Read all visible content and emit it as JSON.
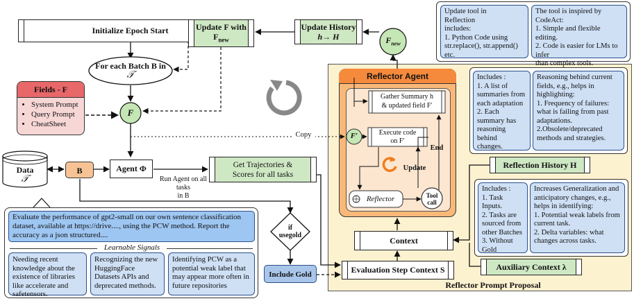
{
  "init_epoch": "Initialize Epoch Start",
  "for_each": {
    "line1": "For each Batch B in",
    "symbol": "𝒯"
  },
  "update_f": {
    "line1": "Update F with",
    "line2": "F",
    "sub": "new"
  },
  "update_history": {
    "line1": "Update History",
    "line2": "h→ H"
  },
  "f_new_node": {
    "main": "F",
    "sub": "new"
  },
  "fields": {
    "title": "Fields - F",
    "items": [
      "System Prompt",
      "Query Prompt",
      "CheatSheet"
    ]
  },
  "f_node": "F",
  "data_node": {
    "title": "Data",
    "symbol": "𝒯"
  },
  "b_node": "B",
  "agent": "Agent Φ",
  "run_agent": [
    "Run Agent on all",
    "tasks",
    "in B"
  ],
  "get_traj": [
    "Get Trajectories &",
    "Scores for all tasks"
  ],
  "copy_label": "Copy",
  "if_usegold": [
    "if",
    "usegold"
  ],
  "include_gold": "Include Gold",
  "eval_step": "Evaluation Step Context S",
  "context": "Context",
  "reflector_prompt_proposal": "Reflector Prompt Proposal",
  "reflector_agent": {
    "title": "Reflector Agent",
    "gather": [
      "Gather Summary h",
      "& updated field F′"
    ],
    "f_prime": "F′",
    "execute": [
      "Execute code",
      "on F′"
    ],
    "update": "Update",
    "end": "End",
    "reflector": "Reflector",
    "tool_call": [
      "Tool",
      "call"
    ]
  },
  "tool_panel": {
    "left": [
      "Update tool in",
      "Reflection",
      "includes:",
      "1. Python Code using",
      "str.replace(), str.append()",
      "etc."
    ],
    "right": [
      "The tool is inspired by",
      "CodeAct:",
      "1. Simple and flexible editing.",
      "2. Code is easier for LMs to",
      "infer",
      "than complex tools."
    ]
  },
  "history_panel": {
    "left": [
      "Includes :",
      "1. A list of",
      "summaries from",
      "each adaptation",
      "2. Each",
      "summary has",
      "reasoning behind",
      "changes."
    ],
    "right": [
      "Reasoning behind current",
      "fields, e.g., helps in",
      "highlighting:",
      "1. Frequency of failures:",
      "what is failing from past",
      "adaptations.",
      "2.Obsolete/deprecated",
      "methods and strategies."
    ]
  },
  "reflection_history": "Reflection History H",
  "aux_panel": {
    "left": [
      "Includes :",
      "1. Task Inputs.",
      "2. Tasks are",
      "sourced from",
      "other Batches",
      "3. Without",
      "Gold"
    ],
    "right": [
      "Increases Generalization and",
      "anticipatory changes, e.g.,",
      "helps in identifying:",
      "1. Potential weak labels from",
      "current task.",
      "2. Delta variables: what",
      "changes across tasks."
    ]
  },
  "auxiliary_context": "Auxiliary Context λ",
  "example": {
    "task": "Evaluate the performance of gpt2-small on our own sentence classification dataset, available at https://drive...., using the PCW method. Report the accuracy as a json structured....",
    "signals_title": "Learnable Signals",
    "signals": [
      "Needing recent knowledge about the existence of libraries like accelerate and safetensors.",
      "Recognizing the new HuggingFace Datasets APIs and deprecated methods.",
      "Identifying PCW as a potential weak label that may appear more often in future repositories"
    ]
  },
  "colors": {
    "green": "#cfe8c4",
    "blue_panel": "#cfe0f5",
    "yellow_bg": "#fdf2d0",
    "orange_bg": "#f9b878",
    "orange_title": "#f58a3c",
    "red_title": "#e8686a",
    "pink_body": "#f7d6d6",
    "include_gold": "#a9c6ea"
  }
}
